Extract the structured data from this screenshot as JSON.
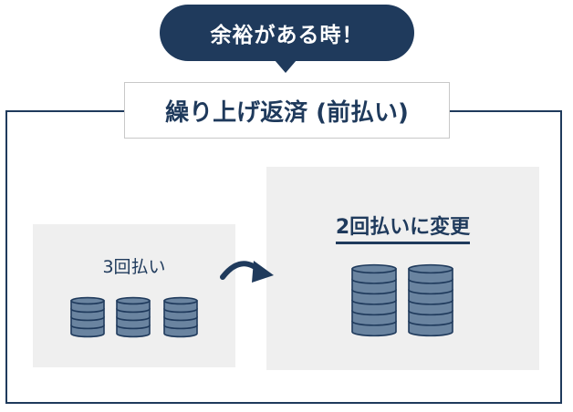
{
  "bubble": {
    "text": "余裕がある時！"
  },
  "title": {
    "text": "繰り上げ返済 (前払い)"
  },
  "left_panel": {
    "label": "3回払い",
    "stack_count": 3,
    "stack_layers": 4
  },
  "right_panel": {
    "label": "2回払いに変更",
    "stack_count": 2,
    "stack_layers": 6
  },
  "colors": {
    "navy": "#1f3a5c",
    "coin_fill": "#6a84a0",
    "panel_bg": "#efefef"
  },
  "icons": {
    "arrow": "curved-arrow-right-icon",
    "coin": "coin-stack-icon"
  }
}
